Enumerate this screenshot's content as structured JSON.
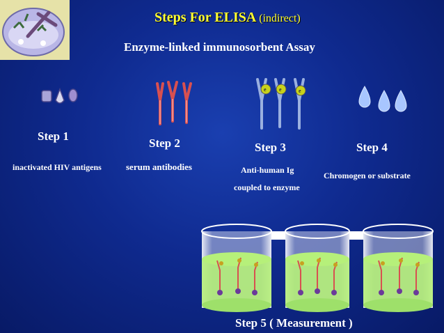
{
  "header": {
    "title_main": "Steps For ELISA",
    "title_sub": "(indirect)",
    "subtitle": "Enzyme-linked immunosorbent Assay"
  },
  "steps": [
    {
      "label": "Step 1",
      "desc": "inactivated HIV antigens"
    },
    {
      "label": "Step 2",
      "desc": "serum antibodies"
    },
    {
      "label": "Step 3",
      "desc_line1": "Anti-human Ig",
      "desc_line2": "coupled to enzyme"
    },
    {
      "label": "Step 4",
      "desc": "Chromogen or substrate"
    },
    {
      "label": "Step 5 ( Measurement )"
    }
  ],
  "colors": {
    "title": "#ffff33",
    "background": "#0f2a8f",
    "well_liquid": "#b6f07a",
    "drop": "#9fc2ff"
  }
}
